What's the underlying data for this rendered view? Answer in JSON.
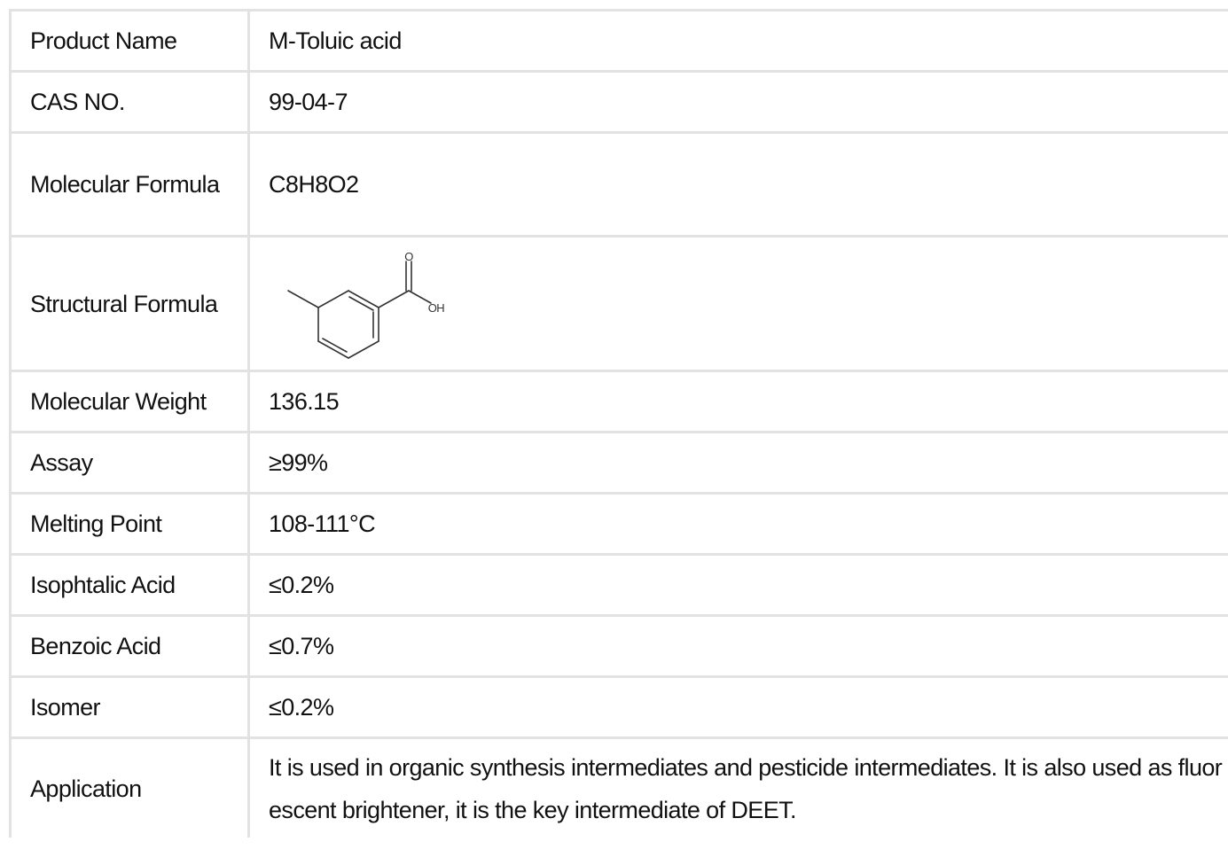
{
  "rows": [
    {
      "label": "Product Name",
      "value": "M-Toluic acid"
    },
    {
      "label": "CAS NO.",
      "value": "99-04-7"
    },
    {
      "label": "Molecular Formula",
      "value": "C8H8O2"
    },
    {
      "label": "Structural Formula",
      "value": "",
      "image": "m-toluic-acid-structure",
      "atoms": [
        "O",
        "OH"
      ]
    },
    {
      "label": "Molecular Weight",
      "value": "136.15"
    },
    {
      "label": "Assay",
      "value": "≥99%"
    },
    {
      "label": "Melting Point",
      "value": "108-111°C"
    },
    {
      "label": "Isophtalic Acid",
      "value": "≤0.2%"
    },
    {
      "label": "Benzoic Acid",
      "value": "≤0.7%"
    },
    {
      "label": "Isomer",
      "value": "≤0.2%"
    },
    {
      "label": "Application",
      "value": "It is used in organic synthesis intermediates and pesticide intermediates. It is also used as fluorescent brightener, it is the key intermediate of DEET."
    }
  ]
}
